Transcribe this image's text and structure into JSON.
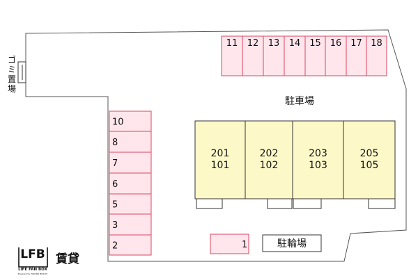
{
  "site": {
    "parking_label": "駐車場",
    "bicycle_label": "駐輪場",
    "garbage_label": "ゴミ置場",
    "garbage_chars": [
      "ゴ",
      "ミ",
      "置",
      "場"
    ]
  },
  "parking_top": [
    "11",
    "12",
    "13",
    "14",
    "15",
    "16",
    "17",
    "18"
  ],
  "parking_left": [
    "10",
    "8",
    "7",
    "6",
    "5",
    "3",
    "2"
  ],
  "parking_bottom": [
    "1"
  ],
  "buildings": [
    {
      "upper": "201",
      "lower": "101"
    },
    {
      "upper": "202",
      "lower": "102"
    },
    {
      "upper": "203",
      "lower": "103"
    },
    {
      "upper": "205",
      "lower": "105"
    }
  ],
  "logo": {
    "mark": "LFB",
    "name": "LIFE FAN BOX",
    "sub": "Powered by TAKURO BUILDS",
    "rent": "賃貸"
  },
  "colors": {
    "lot_fill": "#ffe6ec",
    "lot_stroke": "#d9475f",
    "building_fill": "#fcf8c8",
    "outline": "#333333"
  }
}
